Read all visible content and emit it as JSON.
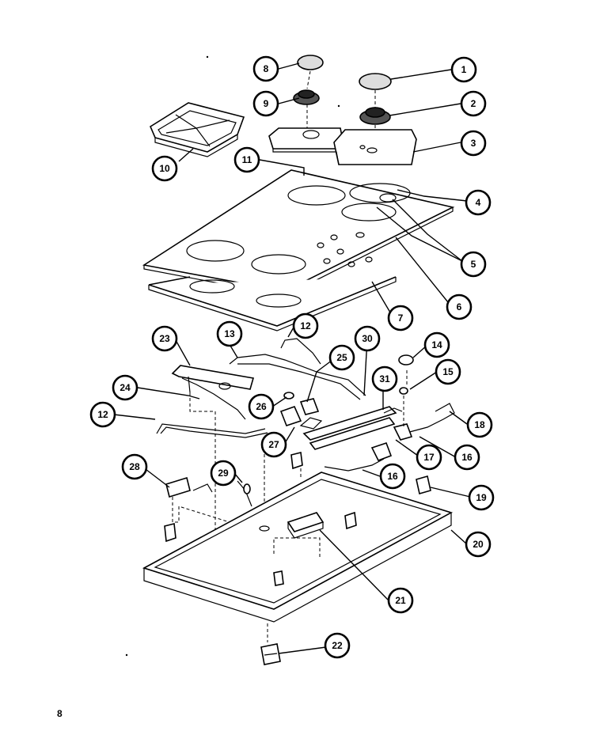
{
  "page_number": "8",
  "callouts": [
    "1",
    "2",
    "3",
    "4",
    "5",
    "6",
    "7",
    "8",
    "9",
    "10",
    "11",
    "12",
    "12",
    "13",
    "14",
    "15",
    "16",
    "16",
    "17",
    "18",
    "19",
    "20",
    "21",
    "22",
    "23",
    "24",
    "25",
    "26",
    "27",
    "28",
    "29",
    "30",
    "31"
  ]
}
